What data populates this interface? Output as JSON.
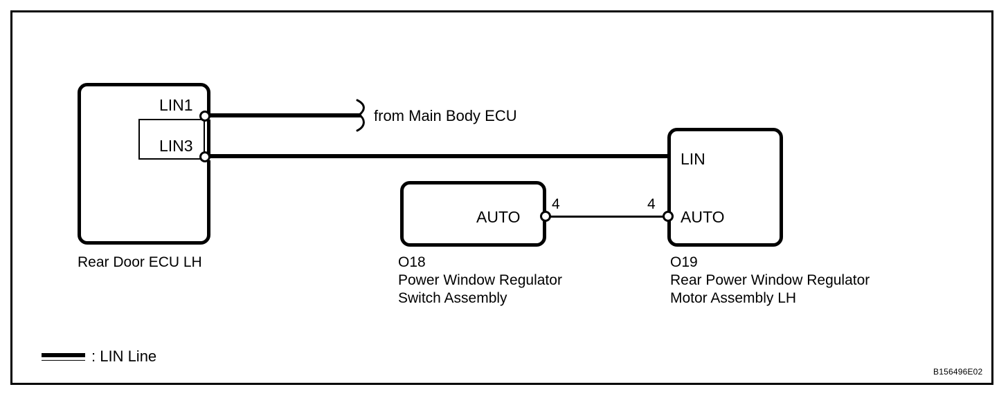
{
  "figure": {
    "code": "B156496E02"
  },
  "components": {
    "rear_door_ecu": {
      "caption": "Rear Door ECU LH",
      "pins": [
        {
          "label": "LIN1"
        },
        {
          "label": "LIN3"
        }
      ]
    },
    "power_window_switch": {
      "connector_id": "O18",
      "caption_line1": "Power Window Regulator",
      "caption_line2": "Switch Assembly",
      "pins": [
        {
          "label": "AUTO",
          "number": "4"
        }
      ]
    },
    "power_window_motor": {
      "connector_id": "O19",
      "caption_line1": "Rear Power Window Regulator",
      "caption_line2": "Motor Assembly LH",
      "pins": [
        {
          "label": "LIN"
        },
        {
          "label": "AUTO",
          "number": "4"
        }
      ]
    }
  },
  "annotations": {
    "from_main_body_ecu": "from Main Body ECU"
  },
  "legend": {
    "lin_line_label": ": LIN Line"
  },
  "colors": {
    "line": "#000000",
    "background": "#ffffff"
  }
}
